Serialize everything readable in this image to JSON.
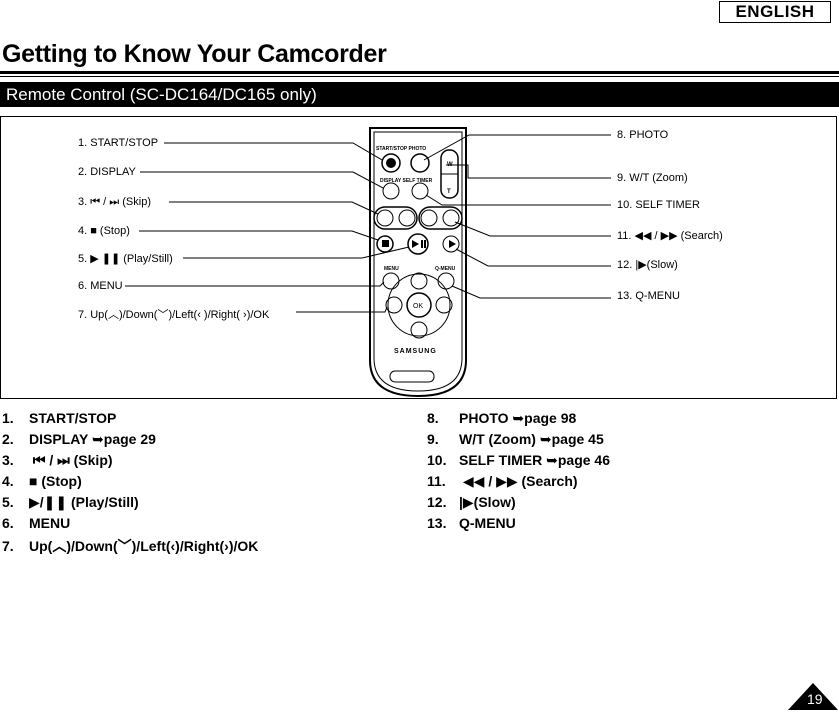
{
  "header": {
    "language_badge": "ENGLISH",
    "page_title": "Getting to Know Your Camcorder",
    "section_title": "Remote Control (SC-DC164/DC165 only)"
  },
  "diagram": {
    "left_labels": [
      "1. START/STOP",
      "2. DISPLAY",
      "3.  ⏮ / ⏭ (Skip)",
      "4. ■ (Stop)",
      "5. ▶  ❚❚  (Play/Still)",
      "6. MENU",
      "7. Up(︿)/Down(﹀)/Left(‹ )/Right( ›)/OK"
    ],
    "right_labels": [
      "8. PHOTO",
      "9. W/T (Zoom)",
      "10. SELF TIMER",
      "11.  ◀◀ / ▶▶ (Search)",
      "12. |▶(Slow)",
      "13. Q-MENU"
    ],
    "remote": {
      "start_stop_photo": "START/STOP  PHOTO",
      "display_self_timer": "DISPLAY  SELF TIMER",
      "zoom_w": "W",
      "zoom_t": "T",
      "menu": "MENU",
      "q_menu": "Q-MENU",
      "ok": "OK",
      "brand": "SAMSUNG"
    }
  },
  "descriptions": [
    {
      "num": "1.",
      "text": "START/STOP",
      "ref": ""
    },
    {
      "num": "2.",
      "text": "DISPLAY ",
      "ref": "➥page 29"
    },
    {
      "num": "3.",
      "text": "  ⏮ / ⏭ (Skip)",
      "ref": ""
    },
    {
      "num": "4.",
      "text": "■ (Stop)",
      "ref": ""
    },
    {
      "num": "5.",
      "text": "▶/❚❚ (Play/Still)",
      "ref": ""
    },
    {
      "num": "6.",
      "text": "MENU",
      "ref": ""
    },
    {
      "num": "7.",
      "text": "Up(︿)/Down(﹀)/Left(‹)/Right(›)/OK",
      "ref": ""
    },
    {
      "num": "8.",
      "text": "PHOTO ",
      "ref": "➥page 98"
    },
    {
      "num": "9.",
      "text": "W/T (Zoom) ",
      "ref": "➥page 45"
    },
    {
      "num": "10.",
      "text": "SELF TIMER ",
      "ref": "➥page 46"
    },
    {
      "num": "11.",
      "text": "  ◀◀ / ▶▶ (Search)",
      "ref": ""
    },
    {
      "num": "12.",
      "text": "|▶(Slow)",
      "ref": ""
    },
    {
      "num": "13.",
      "text": "Q-MENU",
      "ref": ""
    }
  ],
  "footer": {
    "page_number": "19"
  }
}
